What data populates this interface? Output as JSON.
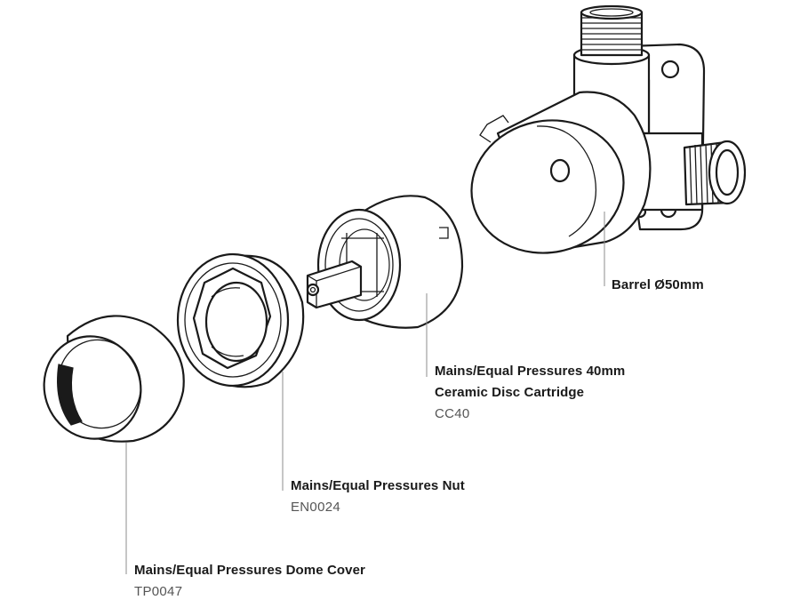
{
  "callouts": {
    "barrel": {
      "title": "Barrel Ø50mm"
    },
    "cartridge": {
      "title_line1": "Mains/Equal Pressures 40mm",
      "title_line2": "Ceramic Disc Cartridge",
      "code": "CC40"
    },
    "nut": {
      "title": "Mains/Equal Pressures Nut",
      "code": "EN0024"
    },
    "dome": {
      "title": "Mains/Equal Pressures Dome Cover",
      "code": "TP0047"
    }
  },
  "colors": {
    "line": "#1a1a1a",
    "leader": "#8c8c8c",
    "code_text": "#555555",
    "background": "#ffffff"
  }
}
